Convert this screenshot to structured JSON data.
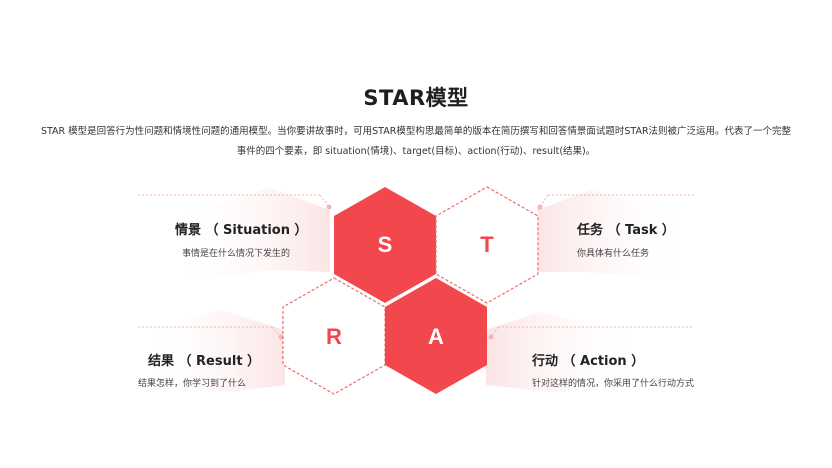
{
  "title": "STAR模型",
  "intro": "STAR 模型是回答行为性问题和情境性问题的通用模型。当你要讲故事时，可用STAR模型构思最简单的版本在简历撰写和回答情景面试题时STAR法则被广泛运用。代表了一个完整事件的四个要素，即 situation(情境)、target(目标)、action(行动)、result(结果)。",
  "items": {
    "s": {
      "letter": "S",
      "label": "情景 （ Situation ）",
      "desc": "事情是在什么情况下发生的"
    },
    "t": {
      "letter": "T",
      "label": "任务 （ Task ）",
      "desc": "你具体有什么任务"
    },
    "r": {
      "letter": "R",
      "label": "结果 （ Result ）",
      "desc": "结果怎样，你学习到了什么"
    },
    "a": {
      "letter": "A",
      "label": "行动 （ Action ）",
      "desc": "针对这样的情况，你采用了什么行动方式"
    }
  },
  "colors": {
    "accent": "#f2474c",
    "accent_light": "#fbe3e4",
    "text": "#222222"
  }
}
